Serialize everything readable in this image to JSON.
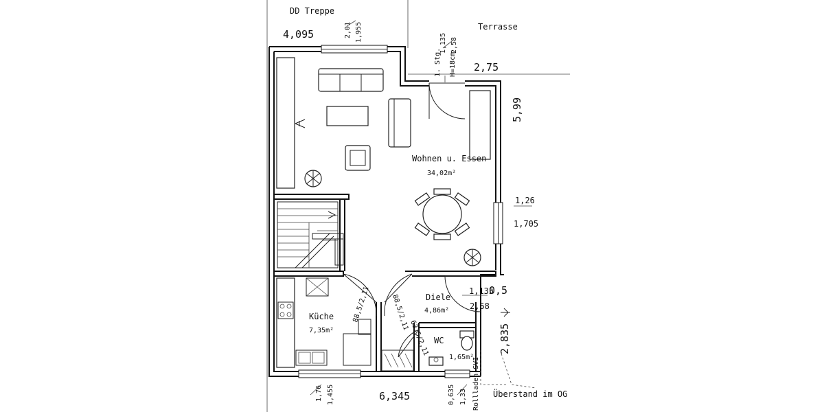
{
  "plan": {
    "labels": {
      "dd_treppe": "DD Treppe",
      "terrasse": "Terrasse",
      "stg": "1. Stg.",
      "stg_height": "H=18cm",
      "ueberstand": "Überstand im OG",
      "rollladen": "Rollladen-SVI"
    },
    "rooms": {
      "wohnen": {
        "name": "Wohnen u. Essen",
        "area": "34,02m²"
      },
      "kueche": {
        "name": "Küche",
        "area": "7,35m²"
      },
      "diele": {
        "name": "Diele",
        "area": "4,86m²"
      },
      "wc": {
        "name": "WC",
        "area": "1,65m²"
      }
    },
    "dimensions": {
      "top_left": "4,095",
      "top_window_upper": "2,01",
      "top_window_lower": "1,955",
      "door_upper": "1,135",
      "door_lower": "2,58",
      "top_right": "2,75",
      "right_depth": "5,99",
      "right_window_upper": "1,26",
      "right_window_lower": "1,705",
      "entry_upper": "1,135",
      "entry_lower": "2,58",
      "entry_step": "0,5",
      "right_lower": "2,835",
      "bottom_window_upper": "1,76",
      "bottom_window_lower": "1,455",
      "bottom_total": "6,345",
      "bottom_small_upper": "0,635",
      "bottom_small_lower": "1,33"
    },
    "doors": {
      "kueche": "88,5/2,11",
      "diele": "88,5/2,11",
      "wc": "63,5/2,11"
    }
  }
}
